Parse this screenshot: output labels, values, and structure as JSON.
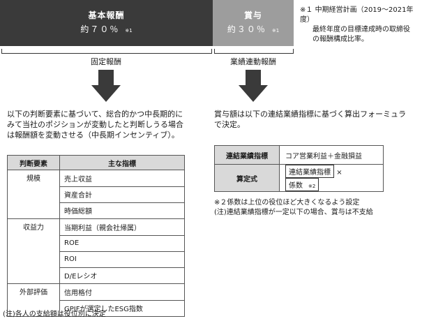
{
  "bars": {
    "fixed": {
      "title": "基本報酬",
      "pct": "約７０％",
      "mark": "※1",
      "share": 0.7,
      "color": "#3a3a3a"
    },
    "bonus": {
      "title": "賞与",
      "pct": "約３０％",
      "mark": "※1",
      "share": 0.3,
      "color": "#9d9d9d"
    }
  },
  "note_top": {
    "mark": "※１",
    "line1": "中期経営計画（2019～2021年度）",
    "line2": "最終年度の目標達成時の取締役",
    "line3": "の報酬構成比率。"
  },
  "brace_labels": {
    "fixed": "固定報酬",
    "performance": "業績連動報酬"
  },
  "left_desc": {
    "line1": "以下の判断要素に基づいて、総合的かつ中長期的に",
    "line2": "みて当社のポジションが変動したと判断しうる場合",
    "line3": "は報酬額を変動させる（中長期インセンティブ）。"
  },
  "indicator_table": {
    "headers": [
      "判断要素",
      "主な指標"
    ],
    "groups": [
      {
        "category": "規模",
        "items": [
          "売上収益",
          "資産合計",
          "時価総額"
        ]
      },
      {
        "category": "収益力",
        "items": [
          "当期利益（親会社帰属）",
          "ROE",
          "ROI",
          "D/Eレシオ"
        ]
      },
      {
        "category": "外部評価",
        "items": [
          "信用格付",
          "GPIFが選定したESG指数"
        ]
      }
    ]
  },
  "bottom_note": "(注)各人の支給額は役位別に決定",
  "right_desc": {
    "line1": "賞与額は以下の連結業績指標に基づく算出フォーミュラ",
    "line2": "で決定。"
  },
  "formula_table": {
    "row1_label": "連結業績指標",
    "row1_value": "コア営業利益＋金融損益",
    "row2_label": "算定式",
    "box1": "連結業績指標",
    "times": "×",
    "box2": "係数",
    "box2_mark": "※2"
  },
  "right_notes": {
    "line1": "※２係数は上位の役位ほど大きくなるよう設定",
    "line2": "(注)連結業績指標が一定以下の場合、賞与は不支給"
  }
}
